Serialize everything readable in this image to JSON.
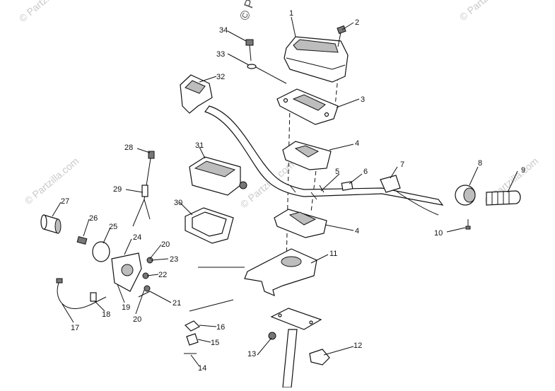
{
  "watermarks": {
    "top_center": "© Partzilla.com",
    "corner": "© Partzilla.com"
  },
  "callouts": [
    "1",
    "2",
    "3",
    "4",
    "4",
    "5",
    "6",
    "7",
    "8",
    "9",
    "10",
    "11",
    "12",
    "13",
    "14",
    "15",
    "16",
    "17",
    "18",
    "19",
    "20",
    "20",
    "21",
    "22",
    "23",
    "24",
    "25",
    "26",
    "27",
    "28",
    "29",
    "30",
    "31",
    "32",
    "33",
    "34"
  ]
}
